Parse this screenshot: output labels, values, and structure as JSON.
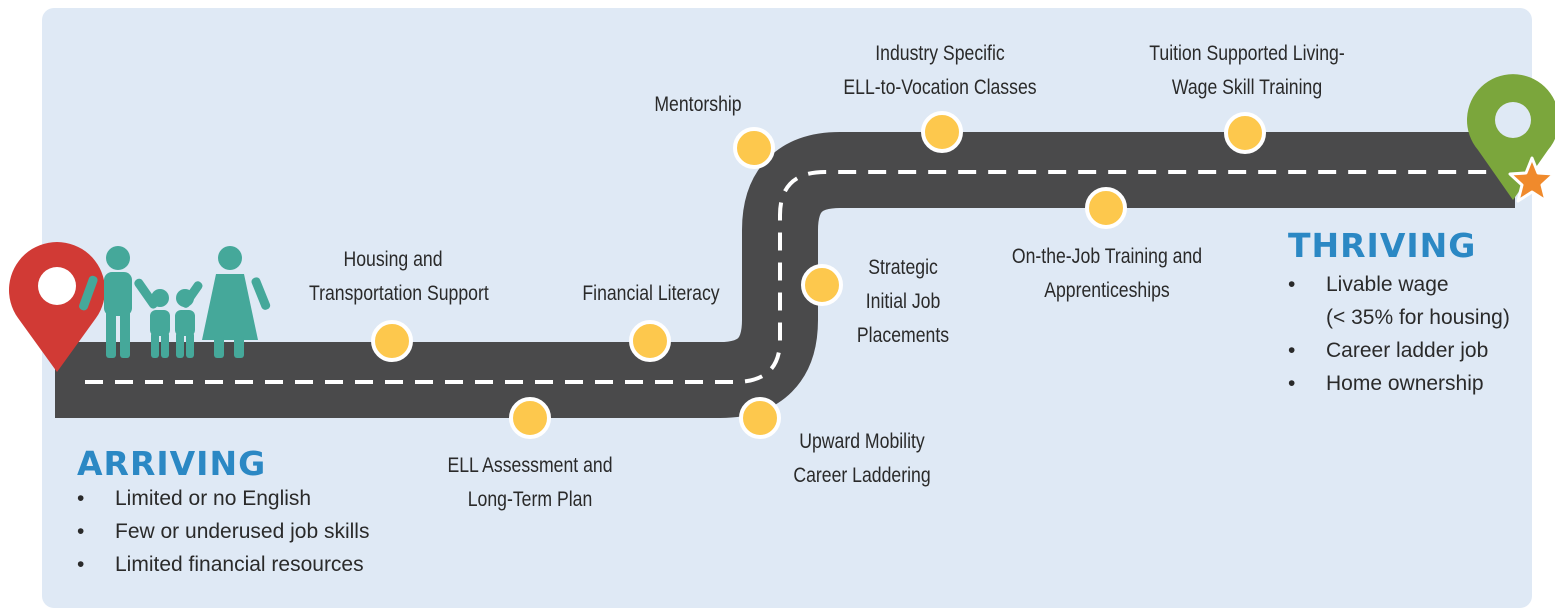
{
  "colors": {
    "panel": "#dfe9f5",
    "road": "#4a4a4b",
    "dash": "#ffffff",
    "milestone": "#fdc84d",
    "start_pin": "#d13a35",
    "end_pin": "#7ba63c",
    "star": "#f08a2c",
    "family": "#45a89a",
    "title": "#2b88c4"
  },
  "icons": {
    "start": "map-pin-icon",
    "end": "map-pin-icon",
    "star": "star-icon",
    "family": "family-icon"
  },
  "arriving": {
    "title": "ARRIVING",
    "items": [
      "Limited or no English",
      "Few or underused job skills",
      "Limited financial resources"
    ]
  },
  "thriving": {
    "title": "THRIVING",
    "items": [
      {
        "line1": "Livable wage",
        "line2": "(< 35% for housing)"
      },
      {
        "line1": "Career ladder job",
        "line2": ""
      },
      {
        "line1": "Home ownership",
        "line2": ""
      }
    ]
  },
  "milestones": {
    "housing": {
      "line1": "Housing and",
      "line2": "Transportation Support"
    },
    "ell": {
      "line1": "ELL Assessment and",
      "line2": "Long-Term Plan"
    },
    "financial": {
      "line1": "Financial Literacy"
    },
    "mentorship": {
      "line1": "Mentorship"
    },
    "upward": {
      "line1": "Upward Mobility",
      "line2": "Career Laddering"
    },
    "strategic": {
      "line1": "Strategic",
      "line2": "Initial Job",
      "line3": "Placements"
    },
    "industry": {
      "line1": "Industry Specific",
      "line2": "ELL-to-Vocation Classes"
    },
    "ojt": {
      "line1": "On-the-Job Training and",
      "line2": "Apprenticeships"
    },
    "tuition": {
      "line1": "Tuition Supported Living-",
      "line2": "Wage Skill Training"
    }
  }
}
